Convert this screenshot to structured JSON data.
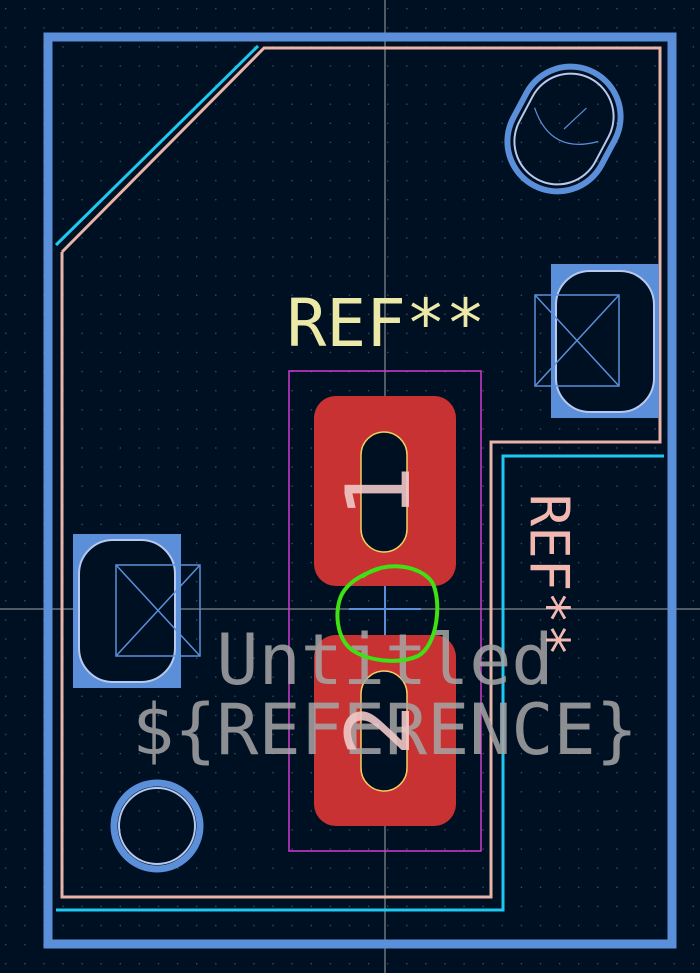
{
  "canvas": {
    "background": "#001023",
    "grid_color": "#3a4a5c"
  },
  "colors": {
    "edge_cuts": "#5b8fd9",
    "courtyard_cyan": "#1ec8f0",
    "silk_outline": "#e8b4a8",
    "fab_magenta": "#d23ad0",
    "pad_red": "#c83232",
    "ref_yellow": "#ece9a8",
    "ref_pink": "#f2b8b0",
    "value_gray": "#a6a6a6",
    "marker_green": "#3fe014",
    "crosshair": "#d8d8d8",
    "drill_outline": "#f0d060"
  },
  "labels": {
    "ref_top": "REF**",
    "ref_side": "REF**",
    "value_text": "Untitled",
    "reference_var": "${REFERENCE}",
    "pad1_number": "1",
    "pad2_number": "2"
  }
}
